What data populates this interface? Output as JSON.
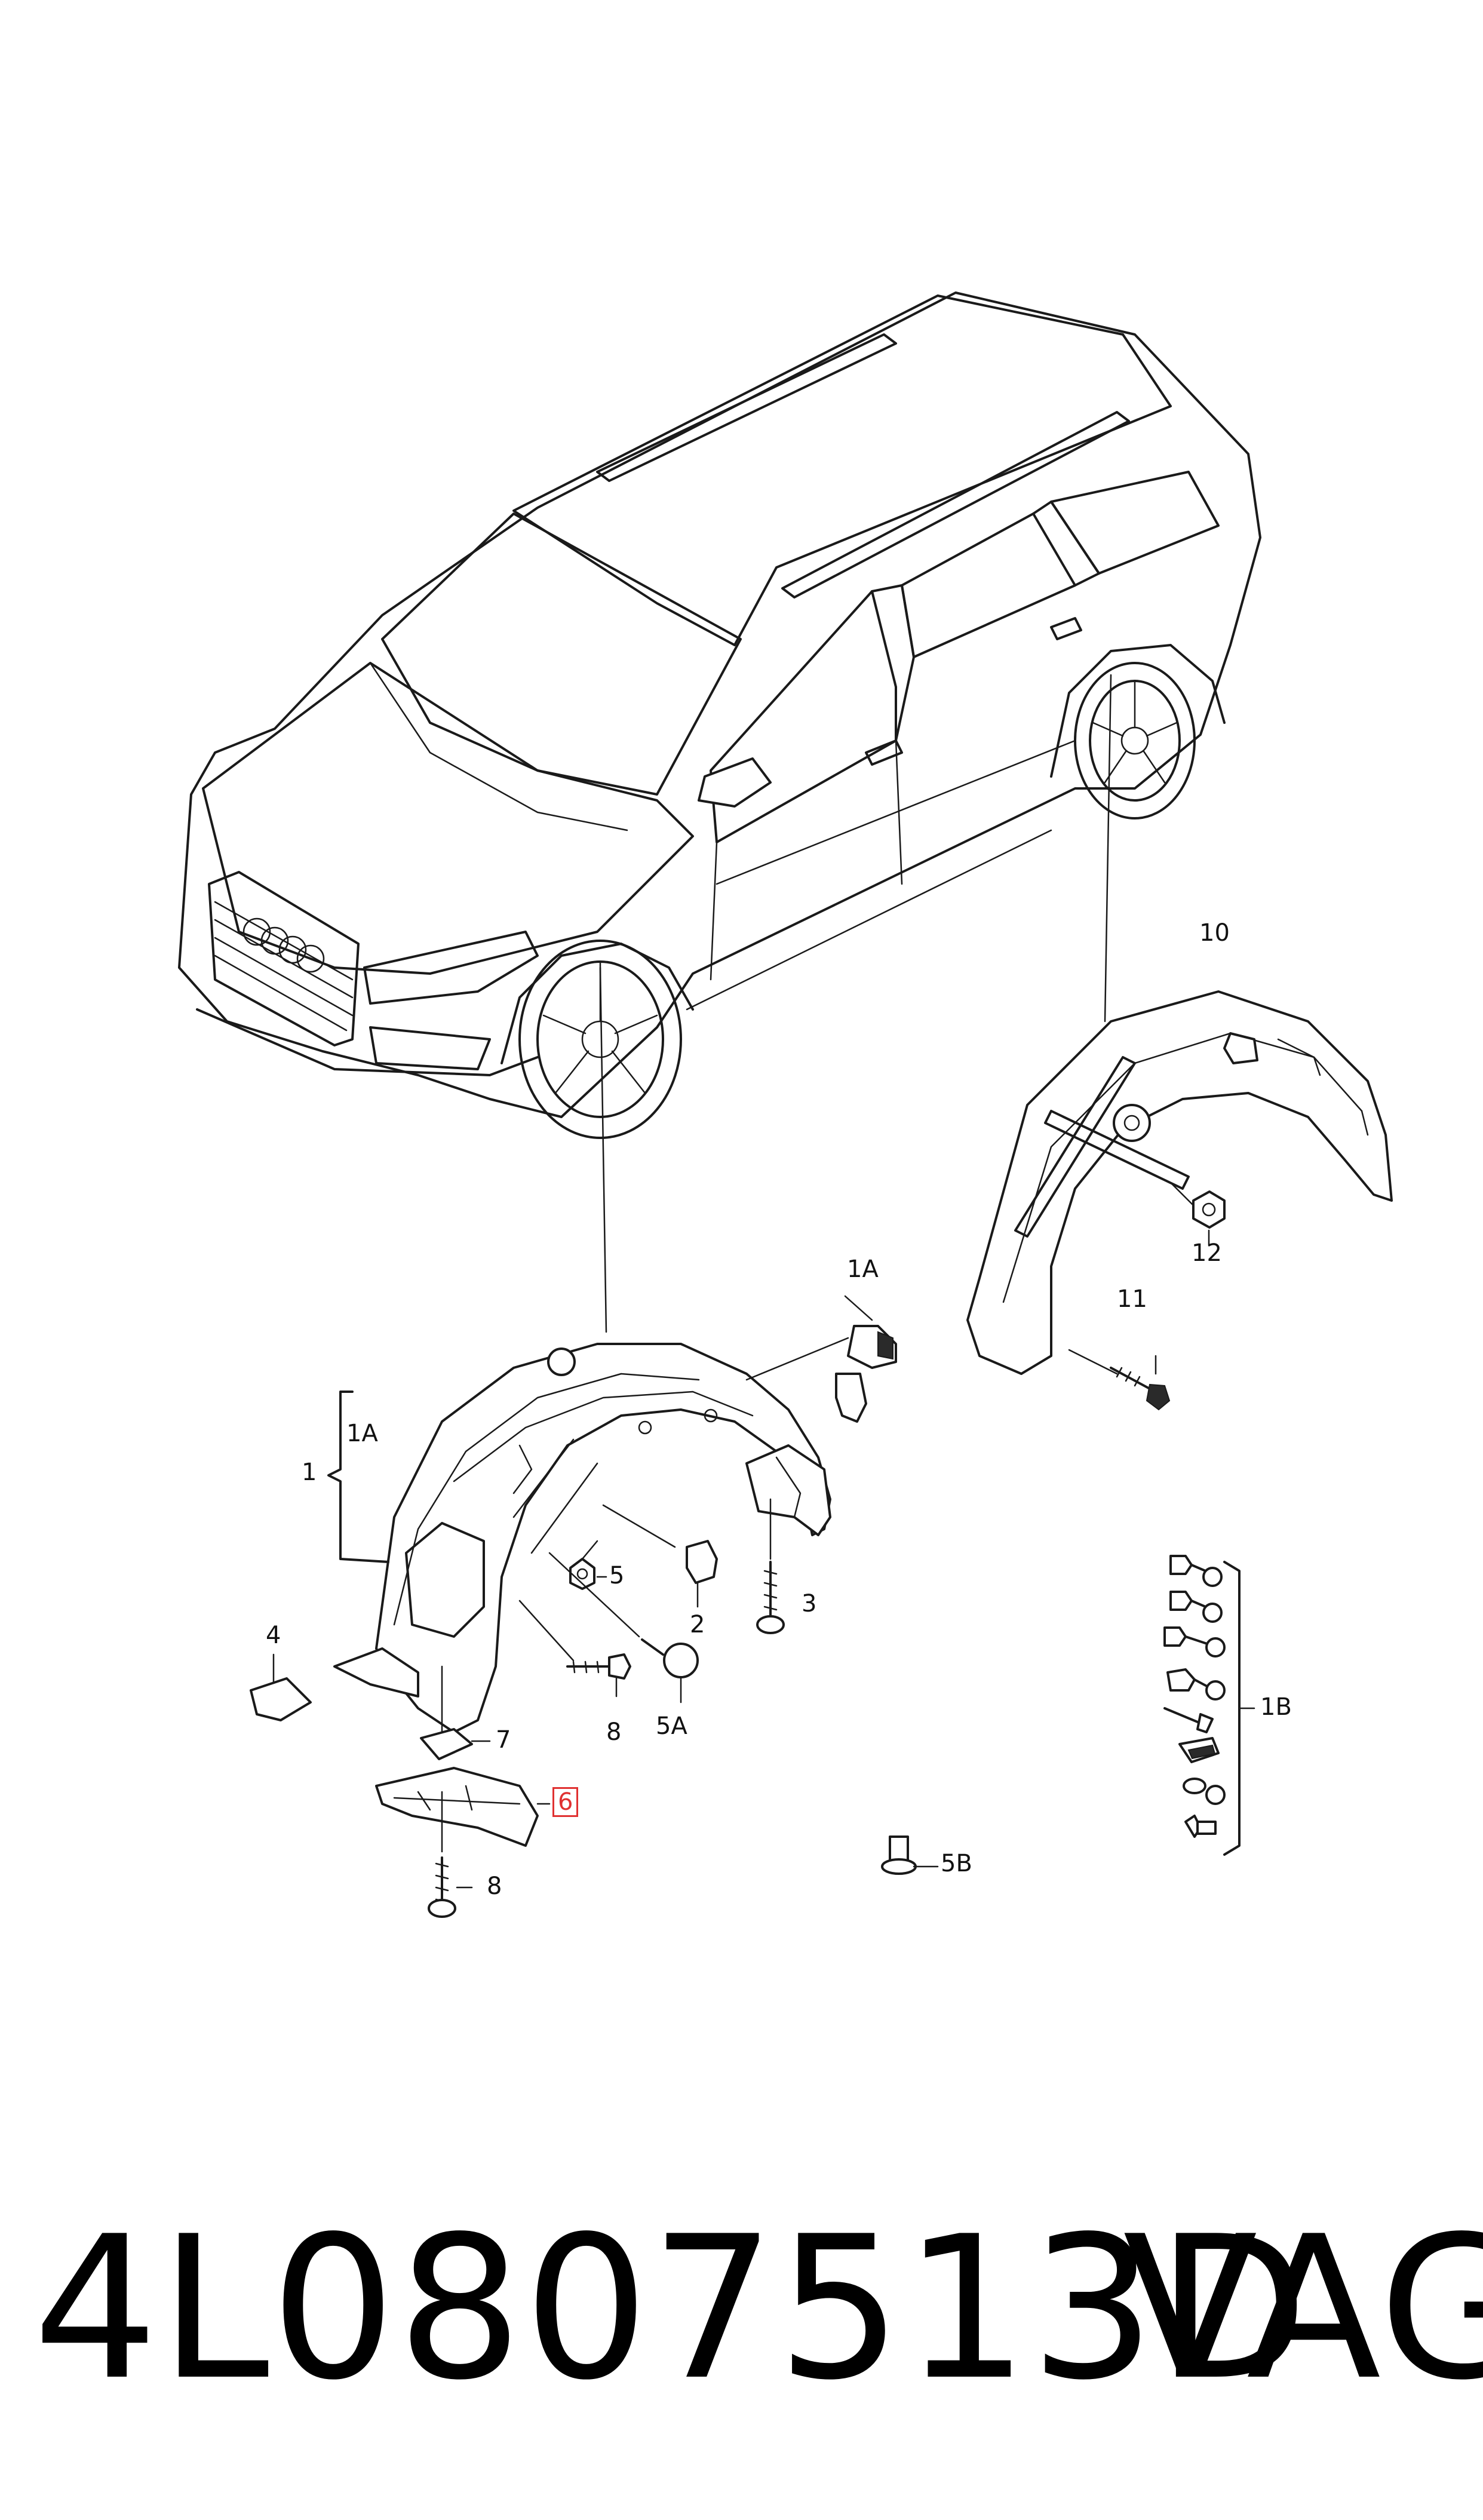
{
  "labels": {
    "l1A_top": "1A",
    "l1A_brace": "1A",
    "l1": "1",
    "l10": "10",
    "l12": "12",
    "l11": "11",
    "l5": "5",
    "l2": "2",
    "l3": "3",
    "l4": "4",
    "l8_upper": "8",
    "l5A": "5A",
    "l7": "7",
    "l6": "6",
    "l8_lower": "8",
    "l5B": "5B",
    "l1B": "1B"
  },
  "footer": {
    "part_number": "4L0807513D",
    "brand": "VAG"
  },
  "highlight_color": "#e03131"
}
